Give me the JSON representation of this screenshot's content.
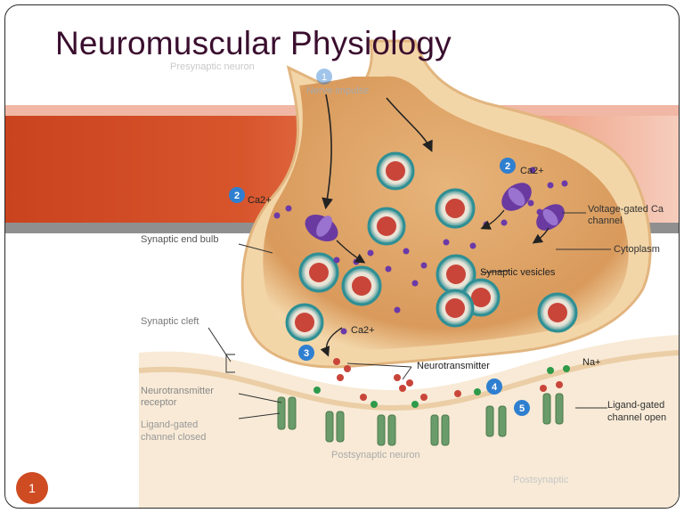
{
  "slide": {
    "title": "Neuromuscular Physiology",
    "page_number": "1"
  },
  "diagram": {
    "top_label": "Presynaptic neuron",
    "nerve_impulse": "Nerve impulse",
    "ca_left": "Ca2+",
    "ca_right": "Ca2+",
    "ca_lower": "Ca2+",
    "voltage_gated": [
      "Voltage-gated Ca",
      "channel"
    ],
    "synaptic_end_bulb": "Synaptic end bulb",
    "cytoplasm": "Cytoplasm",
    "synaptic_vesicles": "Synaptic vesicles",
    "synaptic_cleft": "Synaptic cleft",
    "neurotransmitter": "Neurotransmitter",
    "nt_receptor": [
      "Neurotransmitter",
      "receptor"
    ],
    "ligand_closed": [
      "Ligand-gated",
      "channel closed"
    ],
    "na": "Na+",
    "ligand_open": [
      "Ligand-gated",
      "channel open"
    ],
    "postsynaptic": "Postsynaptic neuron",
    "postsynaptic_potential": "Postsynaptic",
    "steps": [
      "1",
      "2",
      "2",
      "3",
      "4",
      "5"
    ]
  },
  "colors": {
    "accent": "#cf4b22",
    "title": "#3a0e2e",
    "terminal": "#f2d4a4",
    "vesicle": "#2f8f94",
    "step_badge": "#2f7fd0",
    "channel": "#6a3aa0",
    "receptor": "#6a9b6a"
  }
}
